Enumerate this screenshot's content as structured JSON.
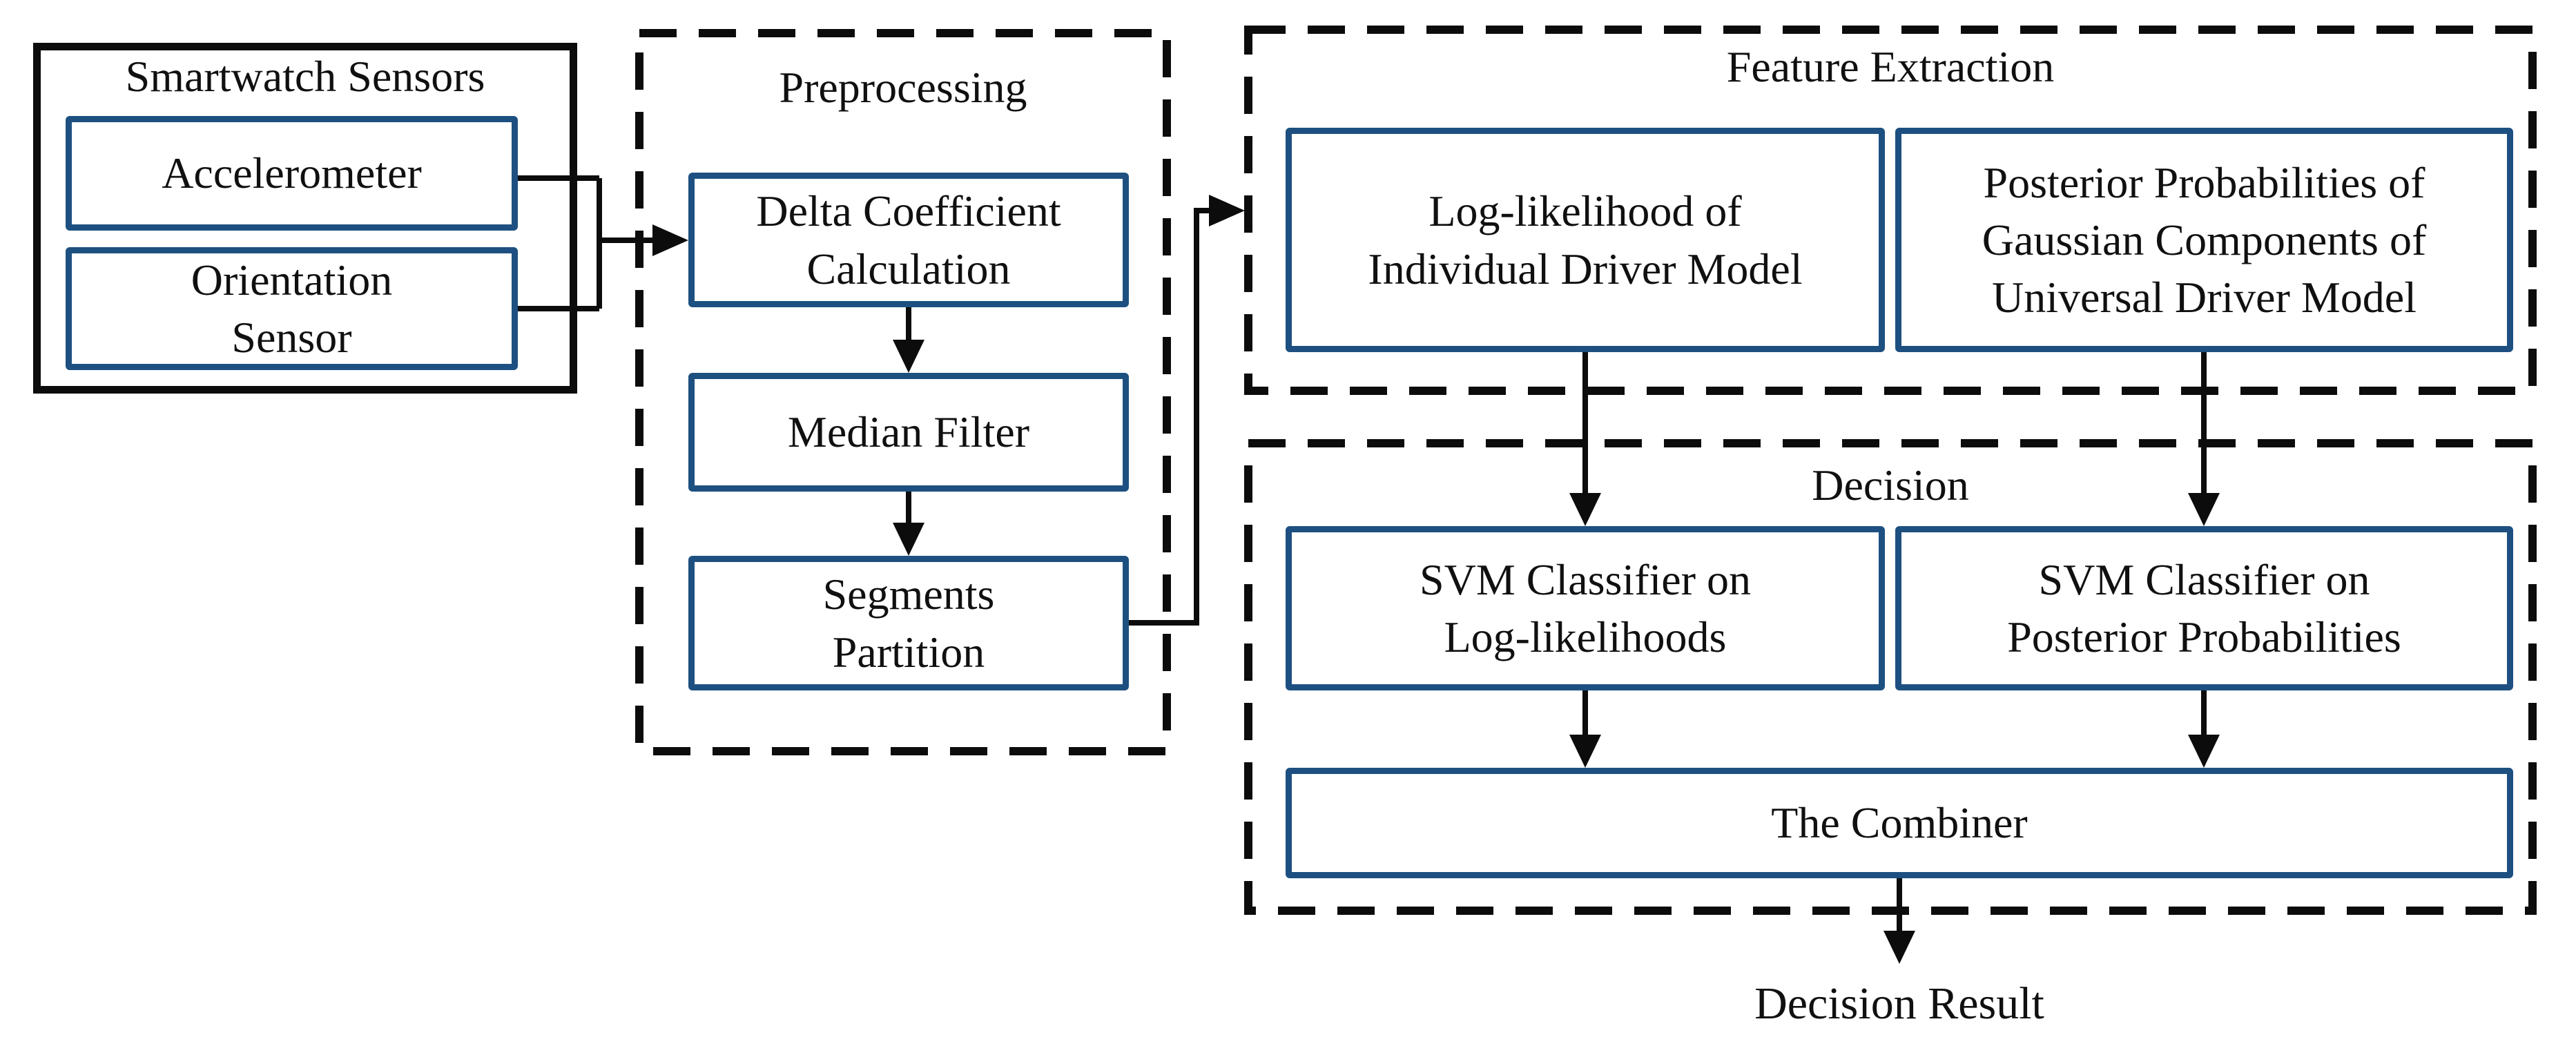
{
  "diagram_title_implicit": "Driver identification pipeline flowchart",
  "colors": {
    "accent_border": "#1d5080",
    "line": "#0c0c0c",
    "background": "#ffffff"
  },
  "sensors": {
    "title": "Smartwatch Sensors",
    "items": [
      {
        "label": "Accelerometer"
      },
      {
        "label": "Orientation\nSensor"
      }
    ]
  },
  "preprocessing": {
    "title": "Preprocessing",
    "items": [
      {
        "label": "Delta Coefficient\nCalculation"
      },
      {
        "label": "Median Filter"
      },
      {
        "label": "Segments\nPartition"
      }
    ]
  },
  "feature_extraction": {
    "title": "Feature Extraction",
    "items": [
      {
        "label": "Log-likelihood of\nIndividual Driver Model"
      },
      {
        "label": "Posterior Probabilities of\nGaussian Components of\nUniversal Driver Model"
      }
    ]
  },
  "decision": {
    "title": "Decision",
    "items": [
      {
        "label": "SVM Classifier on\nLog-likelihoods"
      },
      {
        "label": "SVM Classifier on\nPosterior Probabilities"
      },
      {
        "label": "The Combiner"
      }
    ]
  },
  "output_label": "Decision Result"
}
